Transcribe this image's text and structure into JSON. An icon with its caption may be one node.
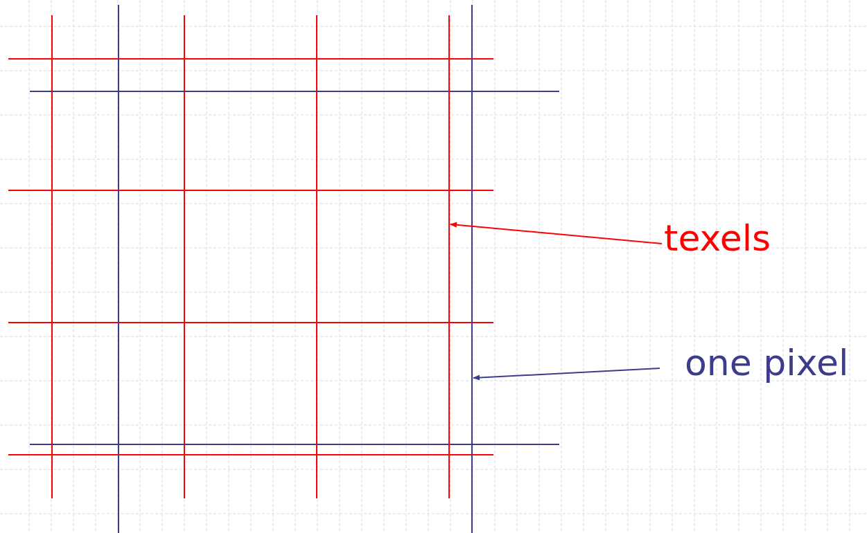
{
  "diagram": {
    "nodes": [
      {
        "text": [
          "texels"
        ]
      },
      {
        "text": [],
        "shape": "line"
      },
      {
        "text": [
          "one pixel"
        ]
      },
      {
        "text": [],
        "shape": "line"
      }
    ],
    "edges": [
      {
        "from": 0,
        "to": 1,
        "arrow": "to",
        "color": "#ff0000"
      },
      {
        "from": 2,
        "to": 3,
        "arrow": "to",
        "color": "#3c3c8c"
      }
    ]
  }
}
